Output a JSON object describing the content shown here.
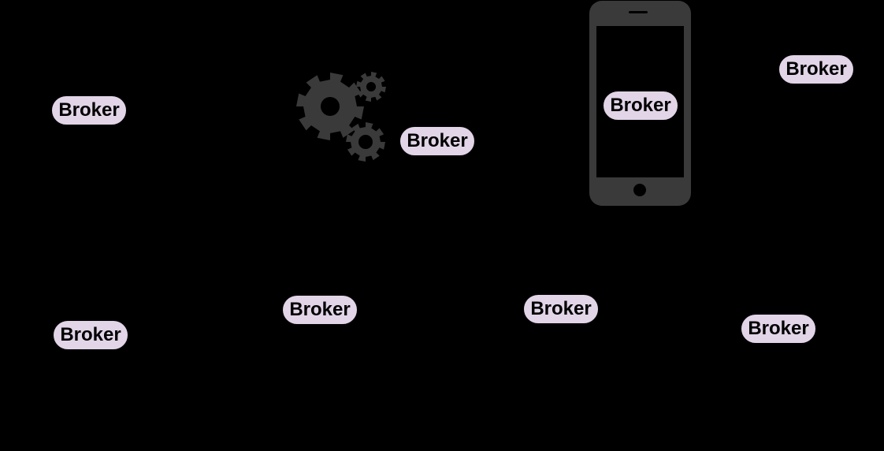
{
  "diagram": {
    "brokers": [
      {
        "label": "Broker"
      },
      {
        "label": "Broker"
      },
      {
        "label": "Broker"
      },
      {
        "label": "Broker"
      },
      {
        "label": "Broker"
      },
      {
        "label": "Broker"
      },
      {
        "label": "Broker"
      },
      {
        "label": "Broker"
      }
    ],
    "icons": {
      "gears": "gears-icon",
      "phone": "smartphone-icon"
    },
    "colors": {
      "background": "#000000",
      "broker_fill": "#e1d5e7",
      "icon": "#3a3a3a"
    }
  }
}
